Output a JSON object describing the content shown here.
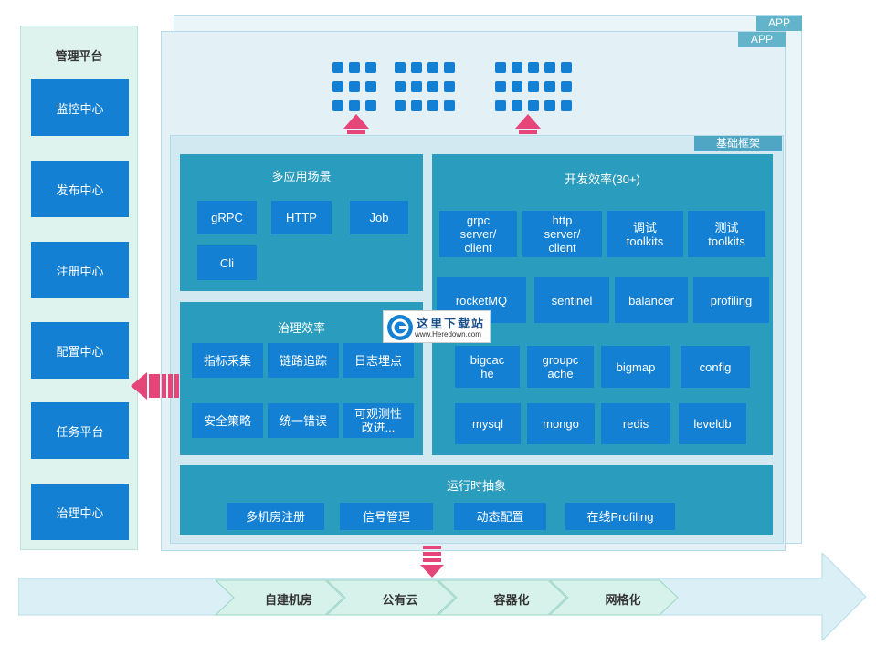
{
  "mgmt": {
    "title": "管理平台",
    "items": [
      "监控中心",
      "发布中心",
      "注册中心",
      "配置中心",
      "任务平台",
      "治理中心"
    ]
  },
  "app_labels": [
    "APP",
    "APP"
  ],
  "framework_label": "基础框架",
  "scenarios": {
    "title": "多应用场景",
    "items": [
      "gRPC",
      "HTTP",
      "Job",
      "Cli"
    ]
  },
  "dev_efficiency": {
    "title": "开发效率(30+)",
    "row1": [
      "grpc\nserver/\nclient",
      "http\nserver/\nclient",
      "调试\ntoolkits",
      "测试\ntoolkits"
    ],
    "row2": [
      "rocketMQ",
      "sentinel",
      "balancer",
      "profiling"
    ],
    "row3": [
      "bigcac\nhe",
      "groupc\nache",
      "bigmap",
      "config"
    ],
    "row4": [
      "mysql",
      "mongo",
      "redis",
      "leveldb"
    ]
  },
  "governance": {
    "title": "治理效率",
    "items": [
      "指标采集",
      "链路追踪",
      "日志埋点",
      "安全策略",
      "统一错误",
      "可观测性\n改进..."
    ]
  },
  "runtime": {
    "title": "运行时抽象",
    "items": [
      "多机房注册",
      "信号管理",
      "动态配置",
      "在线Profiling"
    ]
  },
  "infra": [
    "自建机房",
    "公有云",
    "容器化",
    "网格化"
  ],
  "watermark": {
    "title": "这里下载站",
    "url": "www.Heredown.com"
  },
  "colors": {
    "chip": "#1380d3",
    "panel": "#2a9dbe",
    "arrow": "#e6457a",
    "frame": "#e3f1f6"
  }
}
